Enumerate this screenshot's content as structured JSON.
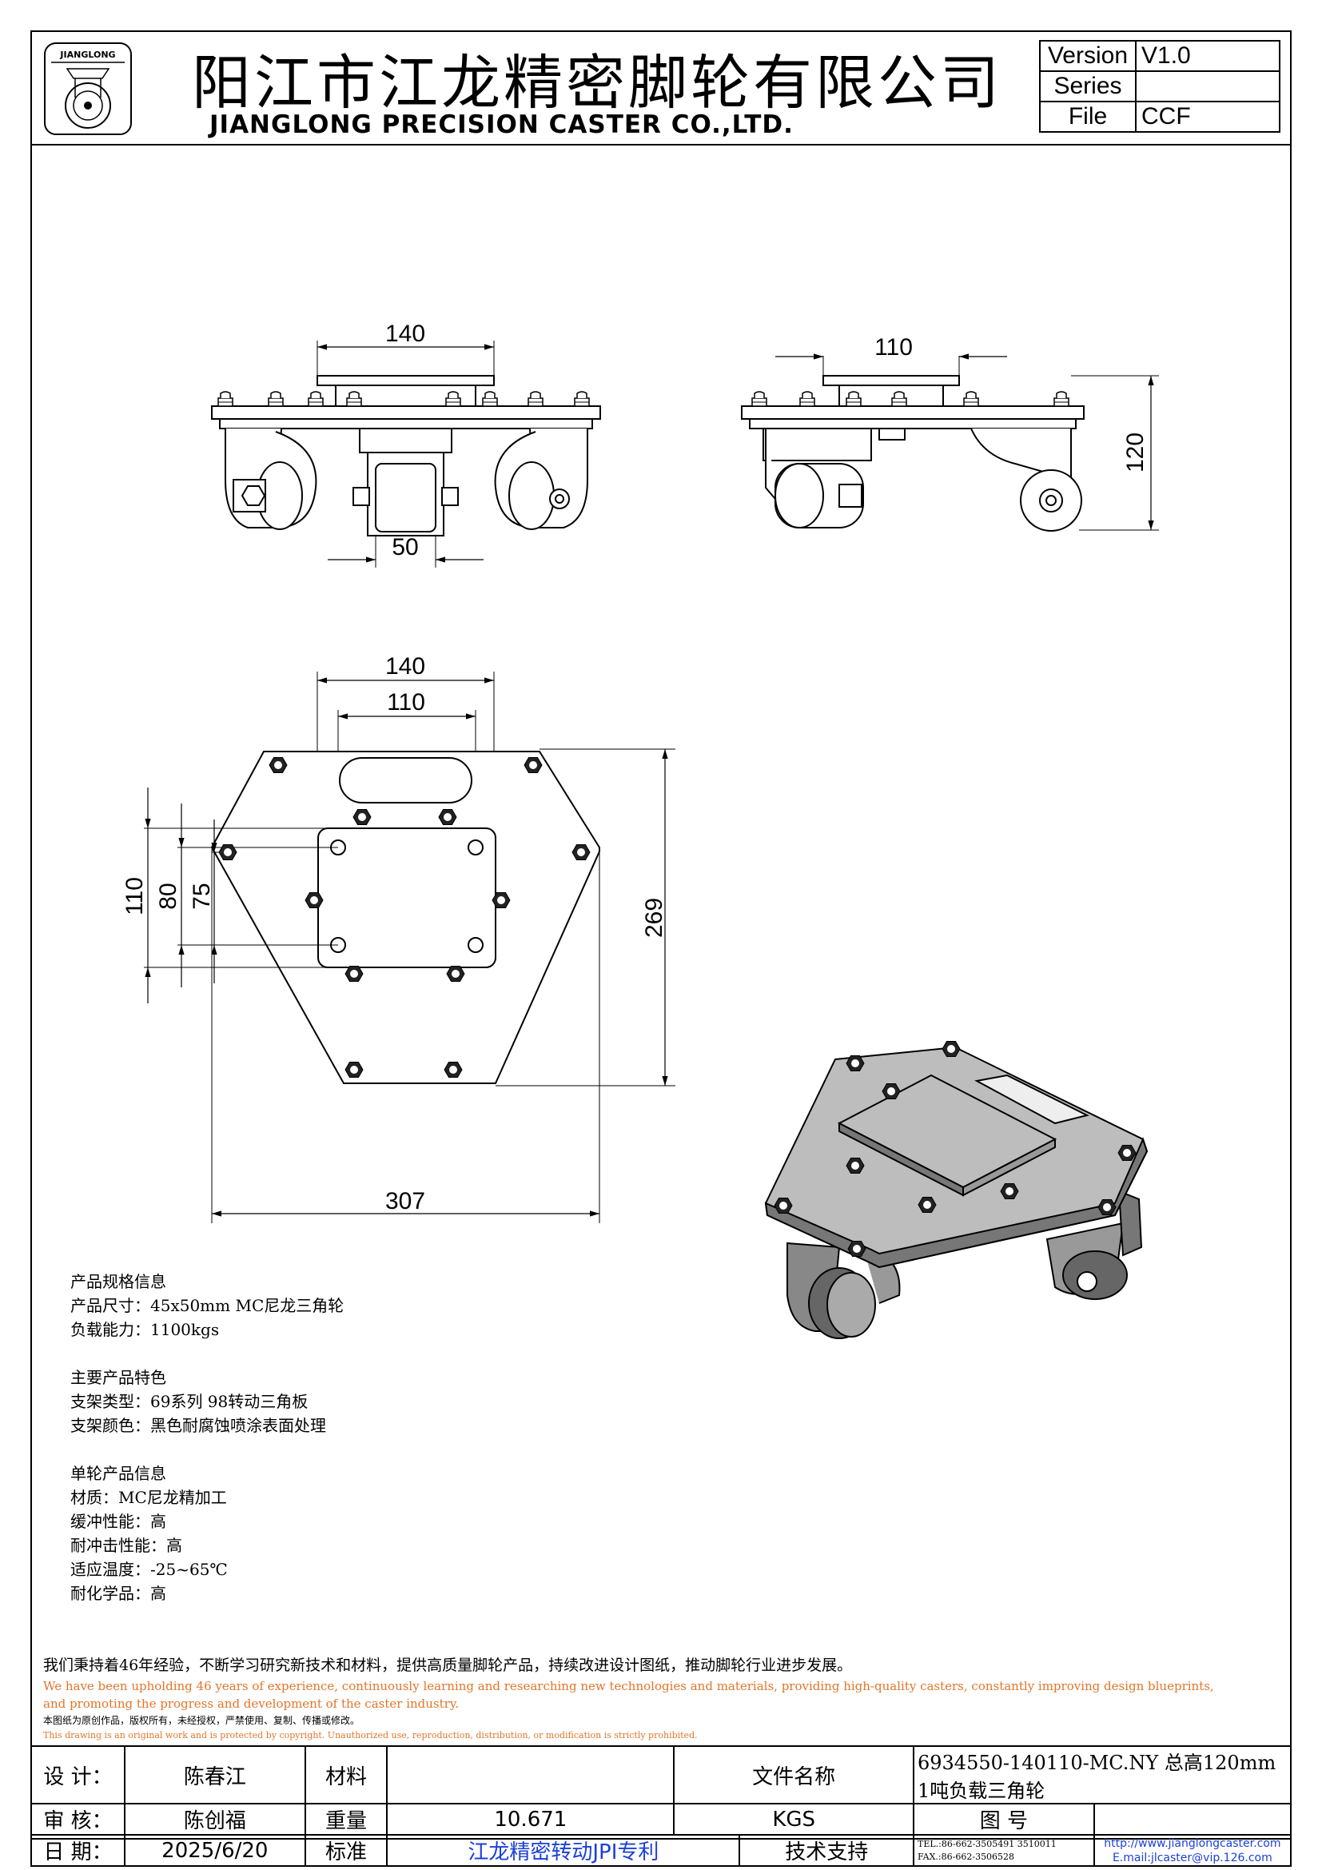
{
  "header": {
    "logo_text": "JIANGLONG",
    "company_cn": "阳江市江龙精密脚轮有限公司",
    "company_en": "JIANGLONG PRECISION CASTER CO.,LTD.",
    "version_label": "Version",
    "version_value": "V1.0",
    "series_label": "Series",
    "series_value": "",
    "file_label": "File",
    "file_value": "CCF"
  },
  "dimensions": {
    "front_width": "140",
    "front_wheel": "50",
    "side_width": "110",
    "side_height": "120",
    "top_140": "140",
    "top_110": "110",
    "top_269": "269",
    "top_307": "307",
    "left_110": "110",
    "left_80": "80",
    "left_75": "75"
  },
  "specs": {
    "group1": [
      "产品规格信息",
      "产品尺寸：45x50mm MC尼龙三角轮",
      "负载能力：1100kgs"
    ],
    "group2": [
      "主要产品特色",
      "支架类型：69系列 98转动三角板",
      "支架颜色：黑色耐腐蚀喷涂表面处理"
    ],
    "group3": [
      "单轮产品信息",
      "材质：MC尼龙精加工",
      "缓冲性能：高",
      "耐冲击性能：高",
      "适应温度：-25~65℃",
      "耐化学品：高"
    ]
  },
  "notes": {
    "cn": "我们秉持着46年经验，不断学习研究新技术和材料，提供高质量脚轮产品，持续改进设计图纸，推动脚轮行业进步发展。",
    "en_line1": "We have been upholding 46 years of experience, continuously learning and researching new technologies and materials, providing high-quality casters, constantly improving design blueprints,",
    "en_line2": "and promoting the progress and development of the caster industry.",
    "cn2": "本图纸为原创作品，版权所有，未经授权，严禁使用、复制、传播或修改。",
    "en2": "This drawing is an original work and is protected by copyright. Unauthorized use, reproduction, distribution, or modification is strictly prohibited."
  },
  "title_block": {
    "design_label": "设 计：",
    "design_value": "陈春江",
    "material_label": "材料",
    "material_value": "",
    "filename_label": "文件名称",
    "filename_value": "6934550-140110-MC.NY 总高120mm 1吨负载三角轮",
    "review_label": "审 核：",
    "review_value": "陈创福",
    "weight_label": "重量",
    "weight_value": "10.671",
    "weight_unit": "KGS",
    "drawing_no_label": "图   号",
    "drawing_no_value": "",
    "date_label": "日 期：",
    "date_value": "2025/6/20",
    "standard_label": "标准",
    "standard_value": "江龙精密转动JPI专利",
    "support_label": "技术支持",
    "tel": "TEL.:86-662-3505491 3510011",
    "fax": "FAX.:86-662-3506528",
    "website": "http://www.jianglongcaster.com",
    "email": "E.mail:jlcaster@vip.126.com"
  }
}
